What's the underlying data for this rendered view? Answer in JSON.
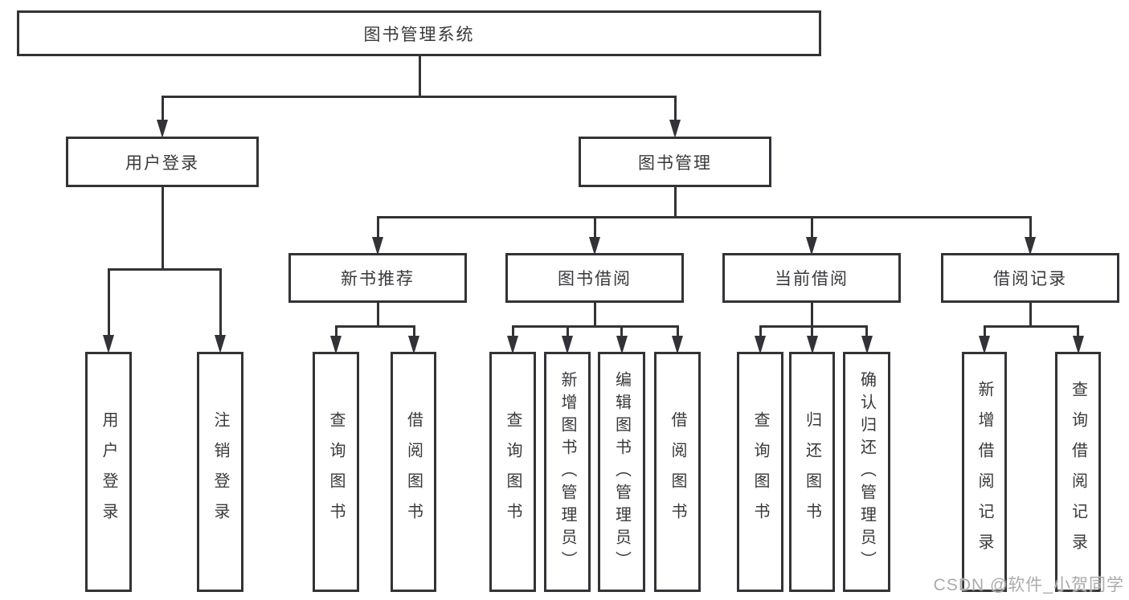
{
  "colors": {
    "line": "#333337",
    "text": "#39393d",
    "watermark": "#ababab",
    "background": "#ffffff"
  },
  "tree": {
    "root": {
      "label": "图书管理系统"
    },
    "branches": [
      {
        "label": "用户登录",
        "children": [
          {
            "label": "用户登录"
          },
          {
            "label": "注销登录"
          }
        ]
      },
      {
        "label": "图书管理",
        "children": [
          {
            "label": "新书推荐",
            "children": [
              {
                "label": "查询图书"
              },
              {
                "label": "借阅图书"
              }
            ]
          },
          {
            "label": "图书借阅",
            "children": [
              {
                "label": "查询图书"
              },
              {
                "label": "新增图书（管理员）"
              },
              {
                "label": "编辑图书（管理员）"
              },
              {
                "label": "借阅图书"
              }
            ]
          },
          {
            "label": "当前借阅",
            "children": [
              {
                "label": "查询图书"
              },
              {
                "label": "归还图书"
              },
              {
                "label": "确认归还（管理员）"
              }
            ]
          },
          {
            "label": "借阅记录",
            "children": [
              {
                "label": "新增借阅记录"
              },
              {
                "label": "查询借阅记录"
              }
            ]
          }
        ]
      }
    ]
  },
  "watermark": "CSDN @软件_小贺同学"
}
